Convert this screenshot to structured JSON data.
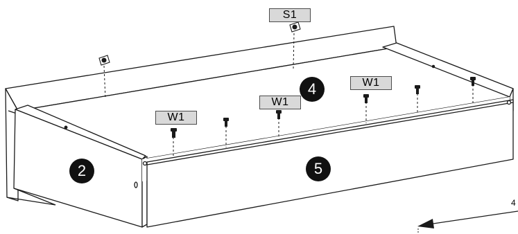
{
  "labels": {
    "s1": "S1",
    "w1_left": "W1",
    "w1_center": "W1",
    "w1_right": "W1"
  },
  "parts": {
    "left_side": "2",
    "bottom_panel": "4",
    "front_panel": "5"
  },
  "page_number_fragment": "4",
  "colors": {
    "line": "#1a1a1a",
    "tag_fill": "#d9d9d9",
    "badge_fill": "#111111",
    "badge_text": "#ffffff"
  }
}
